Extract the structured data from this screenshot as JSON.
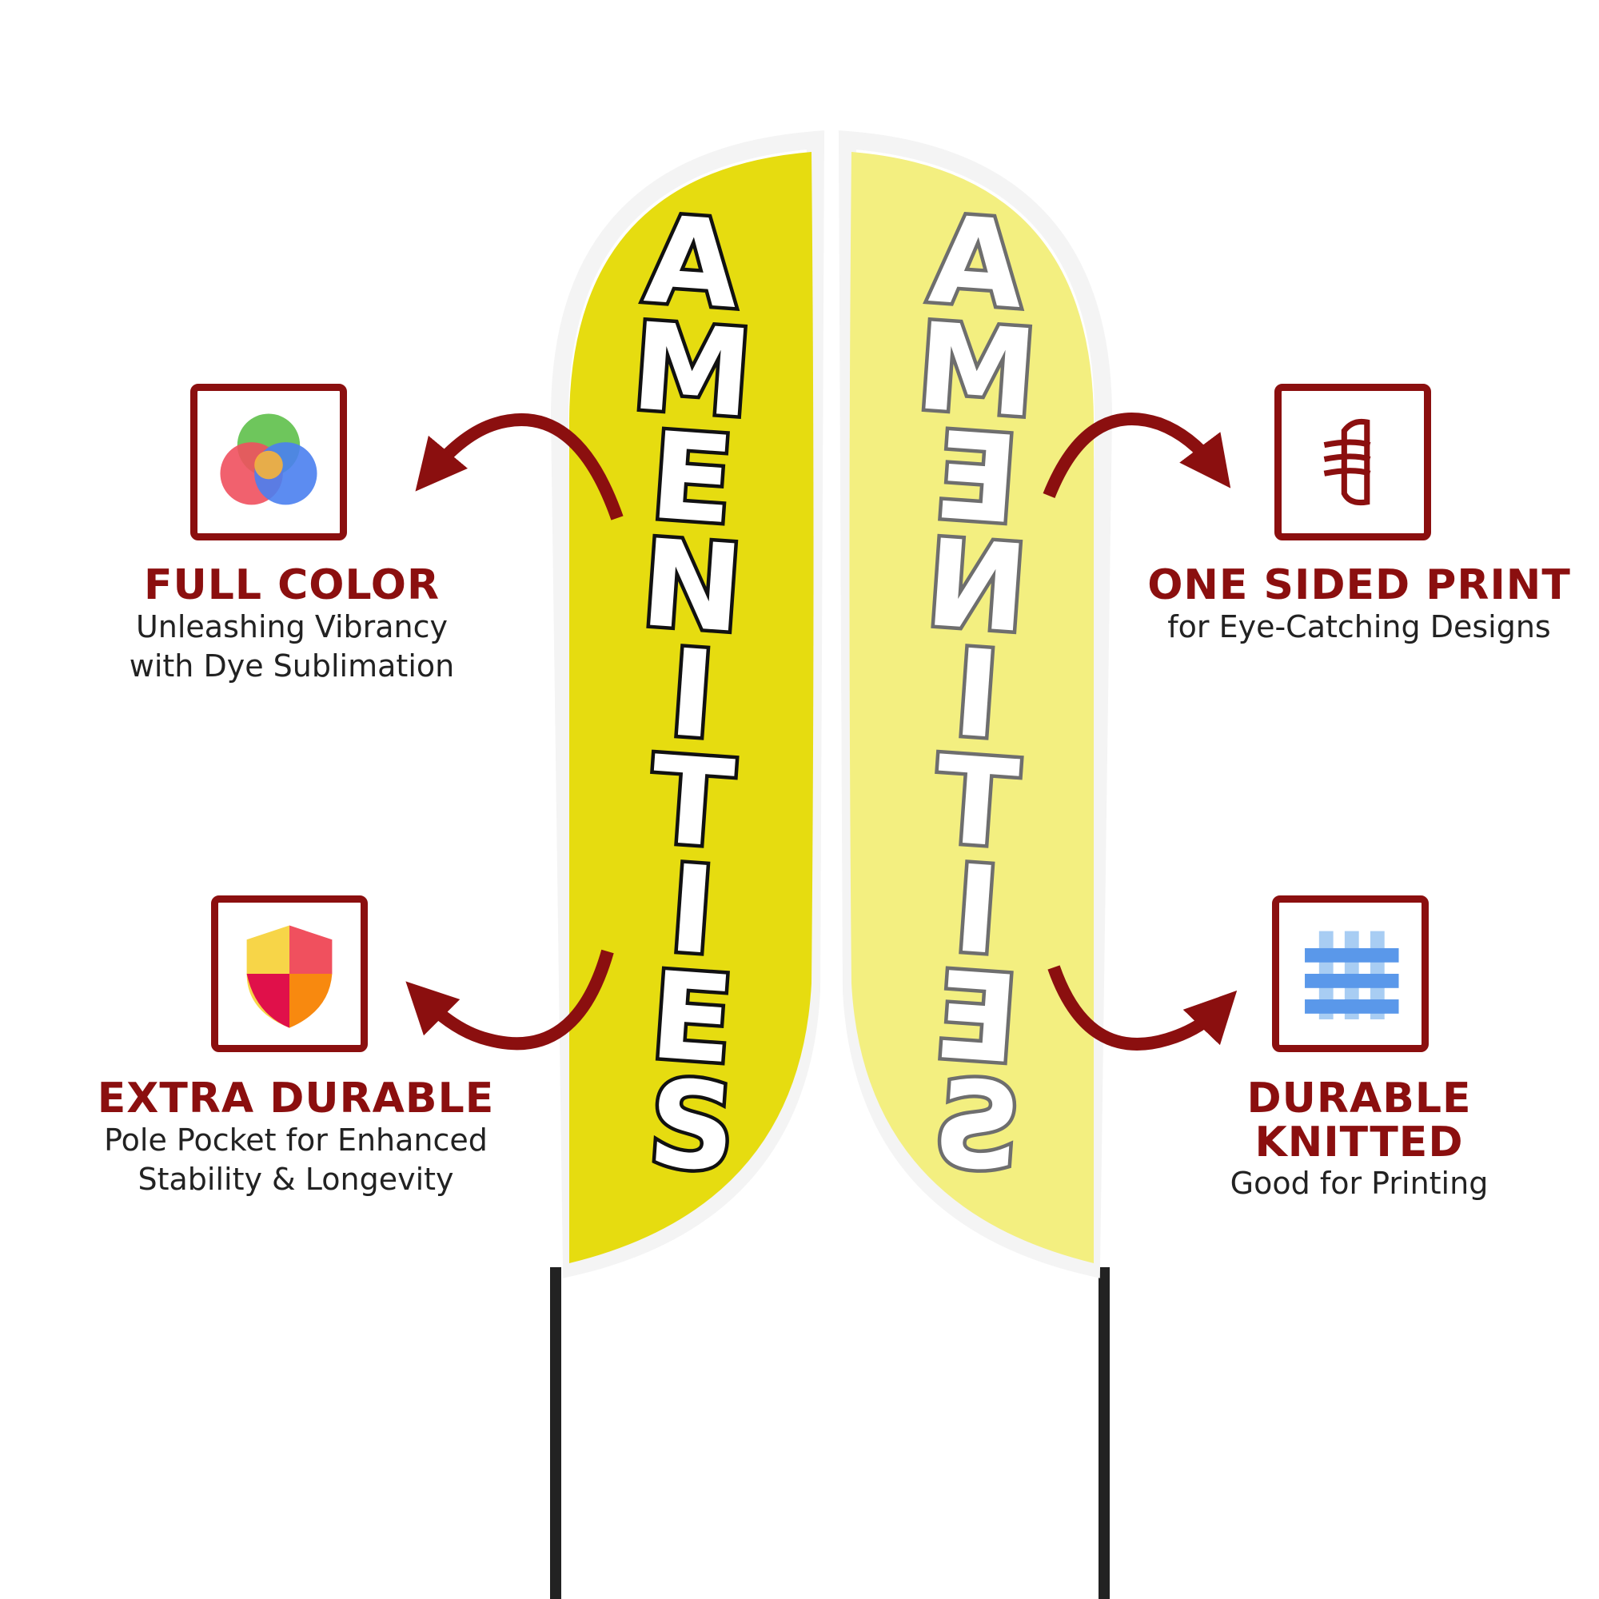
{
  "flag": {
    "text": "AMENITIES",
    "letters": [
      "A",
      "M",
      "E",
      "N",
      "I",
      "T",
      "I",
      "E",
      "S"
    ],
    "front_color": "#e6dc10",
    "back_color": "#f3ef80"
  },
  "features": {
    "full_color": {
      "title": "FULL COLOR",
      "subtitle": "Unleashing Vibrancy\nwith Dye Sublimation",
      "icon": "color-circles-icon"
    },
    "one_sided": {
      "title": "ONE SIDED PRINT",
      "subtitle": "for Eye-Catching Designs",
      "icon": "print-layers-icon"
    },
    "extra_durable": {
      "title": "EXTRA DURABLE",
      "subtitle": "Pole Pocket for Enhanced\nStability & Longevity",
      "icon": "shield-icon"
    },
    "knitted": {
      "title": "DURABLE KNITTED",
      "subtitle": "Good for Printing",
      "icon": "knit-fabric-icon"
    }
  },
  "colors": {
    "accent": "#8b0f0f",
    "pole": "#222222"
  }
}
